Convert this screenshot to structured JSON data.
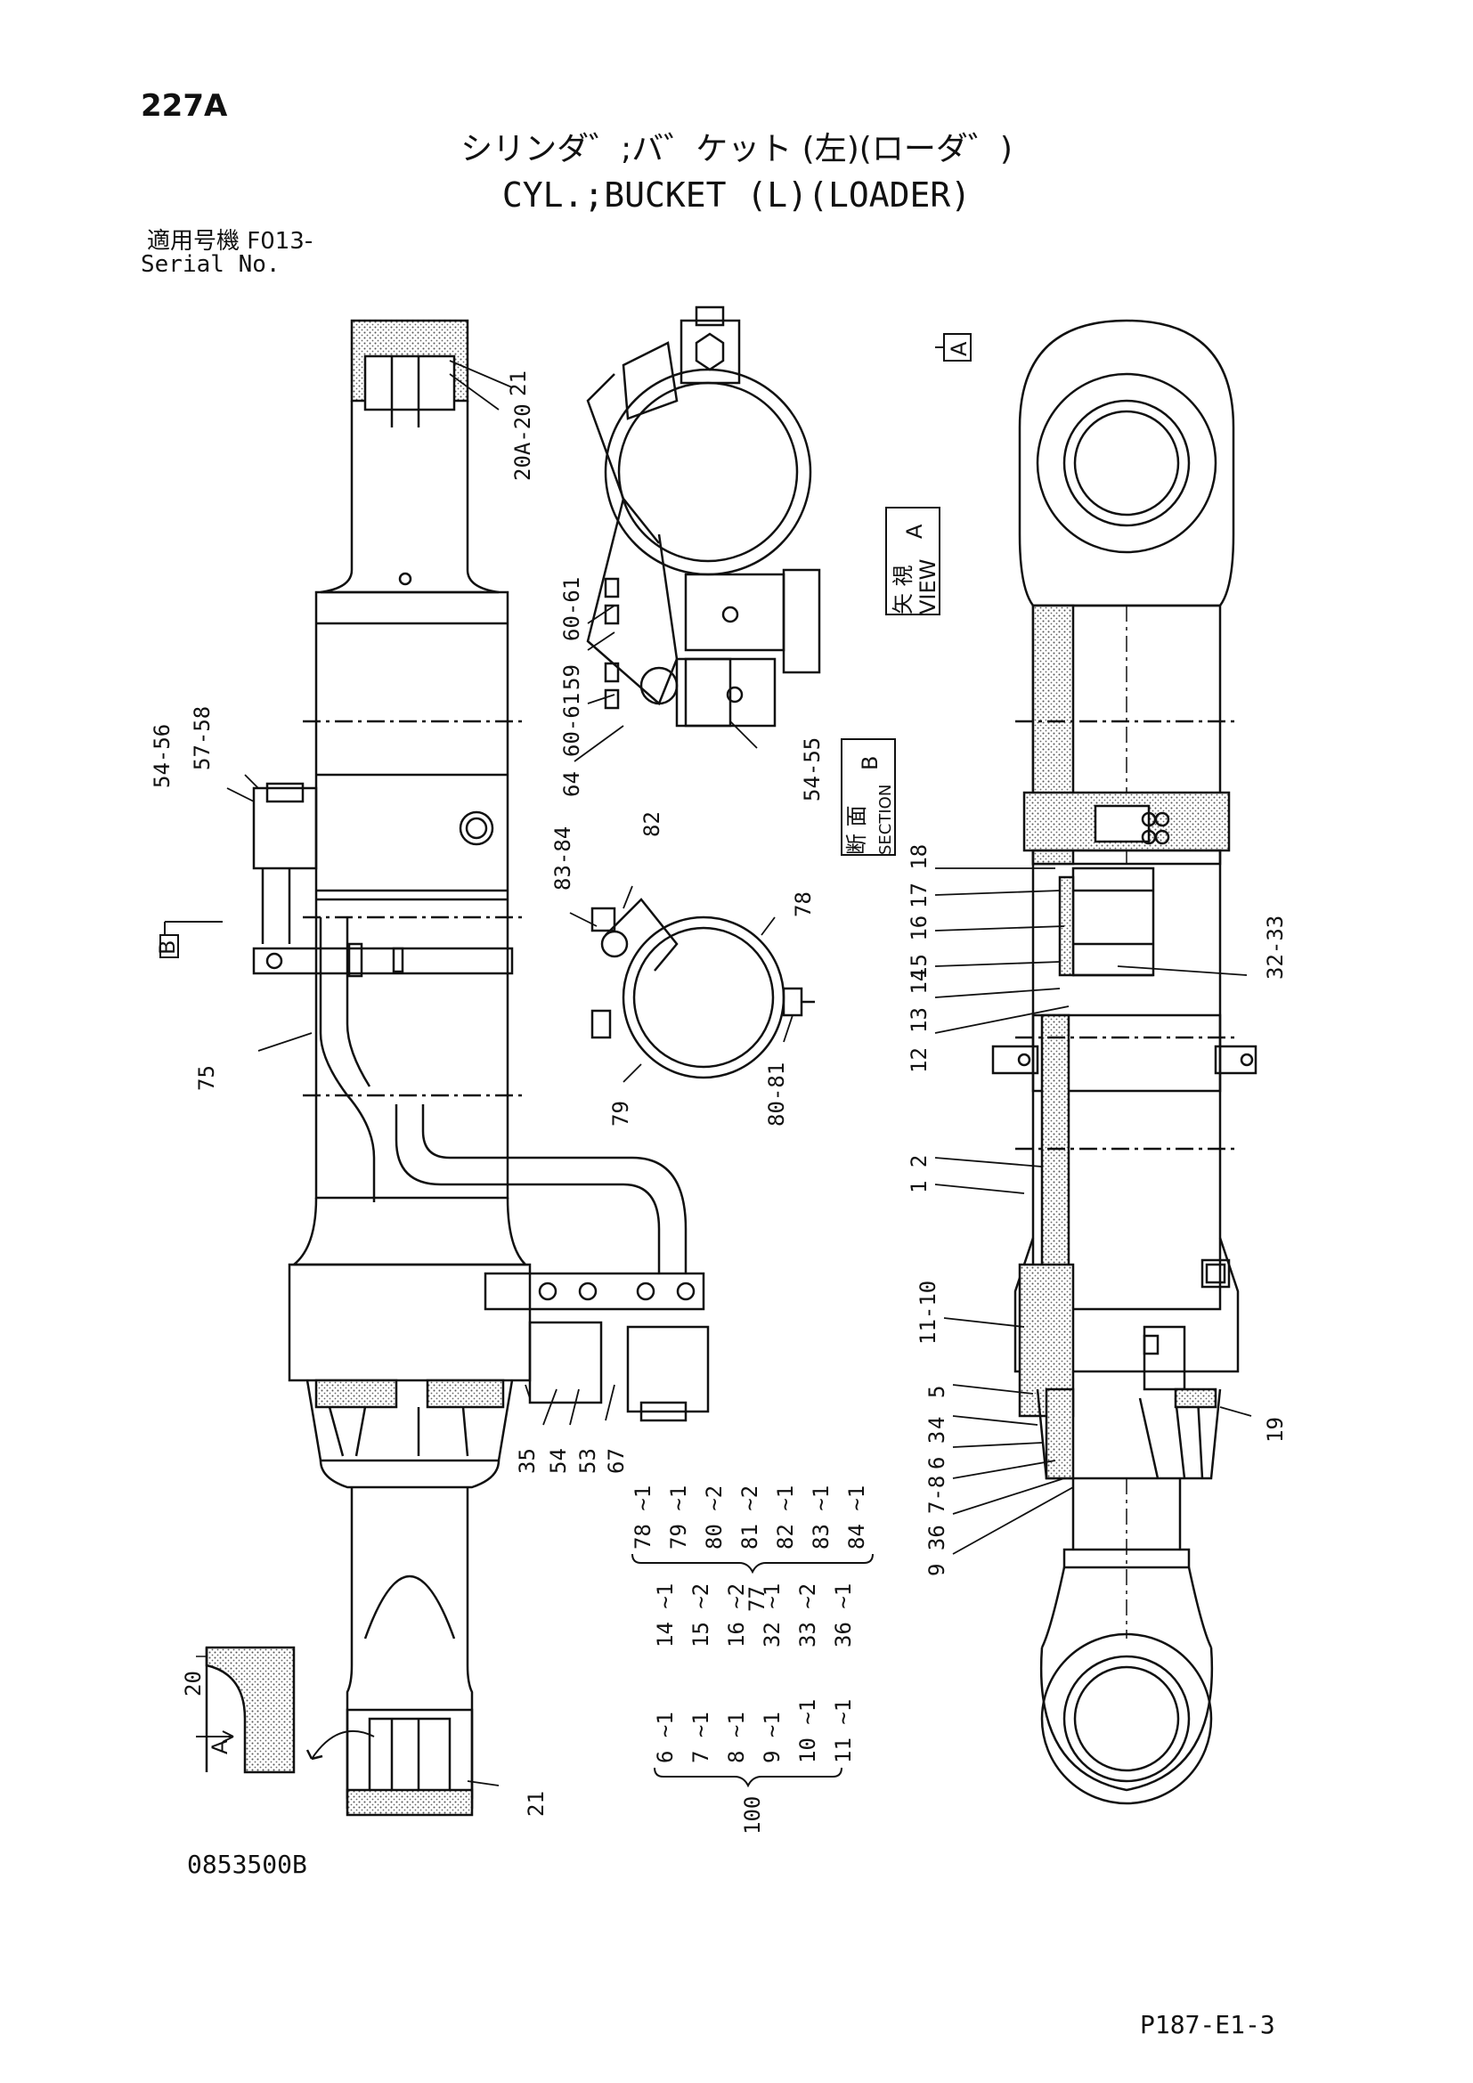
{
  "header": {
    "page_number": "227A",
    "title_jp": "シリンダ゛;バ゛ケット (左)(ローダ゛)",
    "title_en": "CYL.;BUCKET (L)(LOADER)",
    "serial_label_jp": "適用号機 F013-",
    "serial_label_en": "Serial No."
  },
  "footer": {
    "drawing_number": "0853500B",
    "page_code": "P187-E1-3"
  },
  "views": {
    "view_a_marker": "A",
    "section_b_marker": "B",
    "view_a_jp": "矢 視",
    "view_a_en": "VIEW",
    "view_a_letter": "A",
    "section_b_jp": "断 面",
    "section_b_en": "SECTION",
    "section_b_letter": "B",
    "detail_a_letter": "A",
    "detail_20": "20"
  },
  "callouts": {
    "c_21_top": "21",
    "c_20_20a": "20A-20",
    "c_60_61_a": "60-61",
    "c_59": "59",
    "c_60_61_b": "60-61",
    "c_64": "64",
    "c_54_55": "54-55",
    "c_54_56": "54-56",
    "c_57_58": "57-58",
    "c_83_84": "83-84",
    "c_82": "82",
    "c_78": "78",
    "c_79": "79",
    "c_80_81": "80-81",
    "c_75": "75",
    "c_35": "35",
    "c_54": "54",
    "c_53": "53",
    "c_67": "67",
    "c_21_bottom": "21",
    "c_17_18": "17 18",
    "c_15_16": "15 16",
    "c_13_14": "13 14",
    "c_12": "12",
    "c_32_33": "32-33",
    "c_1_2": "1 2",
    "c_11_10": "11-10",
    "c_5": "5",
    "c_4": "4",
    "c_6_3": "6 3",
    "c_7_8": "7-8",
    "c_9_36": "9 36",
    "c_19": "19"
  },
  "kit_77": {
    "label": "77",
    "items": [
      "78 ~1",
      "79 ~1",
      "80 ~2",
      "81 ~2",
      "82 ~1",
      "83 ~1",
      "84 ~1"
    ]
  },
  "kit_100": {
    "label": "100",
    "items": [
      "6 ~1",
      "7 ~1",
      "8 ~1",
      "9 ~1",
      "10 ~1",
      "11 ~1",
      "14 ~1",
      "15 ~2",
      "16 ~2",
      "32 ~1",
      "33 ~2",
      "36 ~1"
    ]
  }
}
